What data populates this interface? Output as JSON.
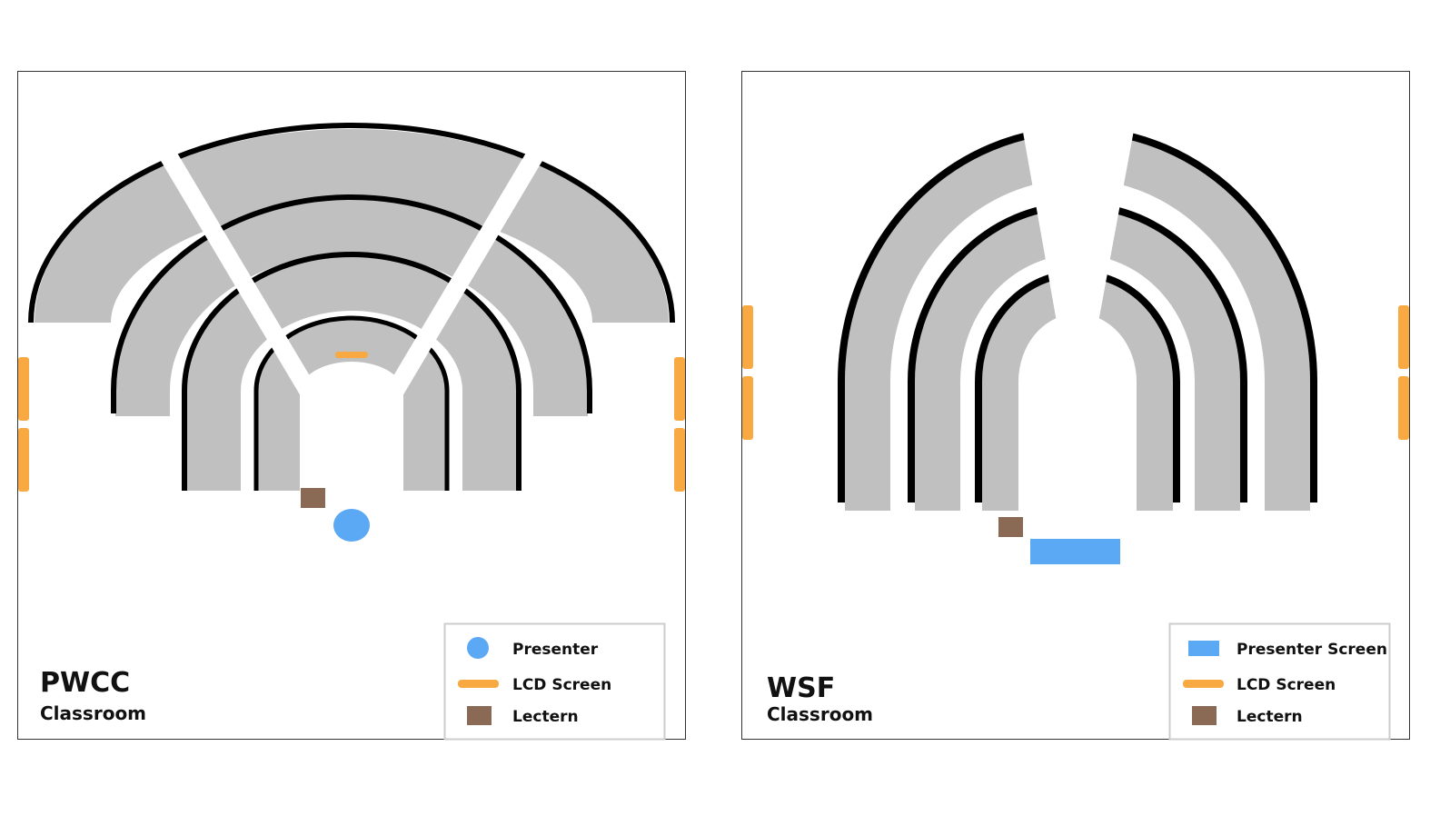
{
  "colors": {
    "seat": "#c0c0c0",
    "presenter": "#5ba8f5",
    "lcd": "#f8a941",
    "lectern": "#8b6a55"
  },
  "pwcc": {
    "title": "PWCC",
    "subtitle": "Classroom",
    "legend": [
      {
        "icon": "presenter-circle",
        "label": "Presenter"
      },
      {
        "icon": "lcd-screen-bar",
        "label": "LCD Screen"
      },
      {
        "icon": "lectern-square",
        "label": "Lectern"
      }
    ]
  },
  "wsf": {
    "title": "WSF",
    "subtitle": "Classroom",
    "legend": [
      {
        "icon": "presenter-screen-rect",
        "label": "Presenter Screen"
      },
      {
        "icon": "lcd-screen-bar",
        "label": "LCD Screen"
      },
      {
        "icon": "lectern-square",
        "label": "Lectern"
      }
    ]
  }
}
